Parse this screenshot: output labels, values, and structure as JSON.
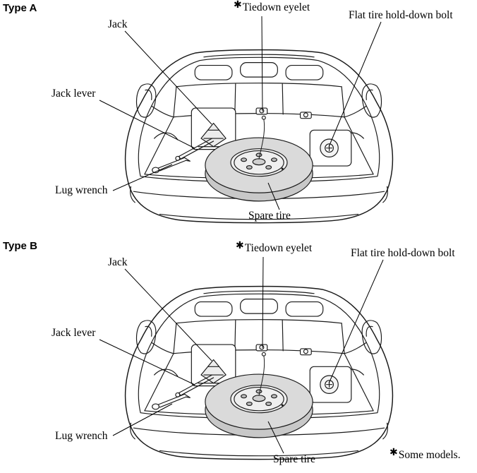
{
  "diagrams": [
    {
      "title": "Type A",
      "asterisk": "✱",
      "labels": {
        "jack": "Jack",
        "tiedown_eyelet": "Tiedown eyelet",
        "flat_tire_bolt": "Flat tire hold-down bolt",
        "jack_lever": "Jack lever",
        "lug_wrench": "Lug wrench",
        "spare_tire": "Spare tire"
      }
    },
    {
      "title": "Type B",
      "asterisk": "✱",
      "labels": {
        "jack": "Jack",
        "tiedown_eyelet": "Tiedown eyelet",
        "flat_tire_bolt": "Flat tire hold-down bolt",
        "jack_lever": "Jack lever",
        "lug_wrench": "Lug wrench",
        "spare_tire": "Spare tire"
      }
    }
  ],
  "footnote": {
    "asterisk": "✱",
    "text": "Some models."
  },
  "colors": {
    "line": "#1a1a1a",
    "tire_top": "#dadada",
    "tire_side": "#c8c8c8",
    "background": "#ffffff"
  }
}
